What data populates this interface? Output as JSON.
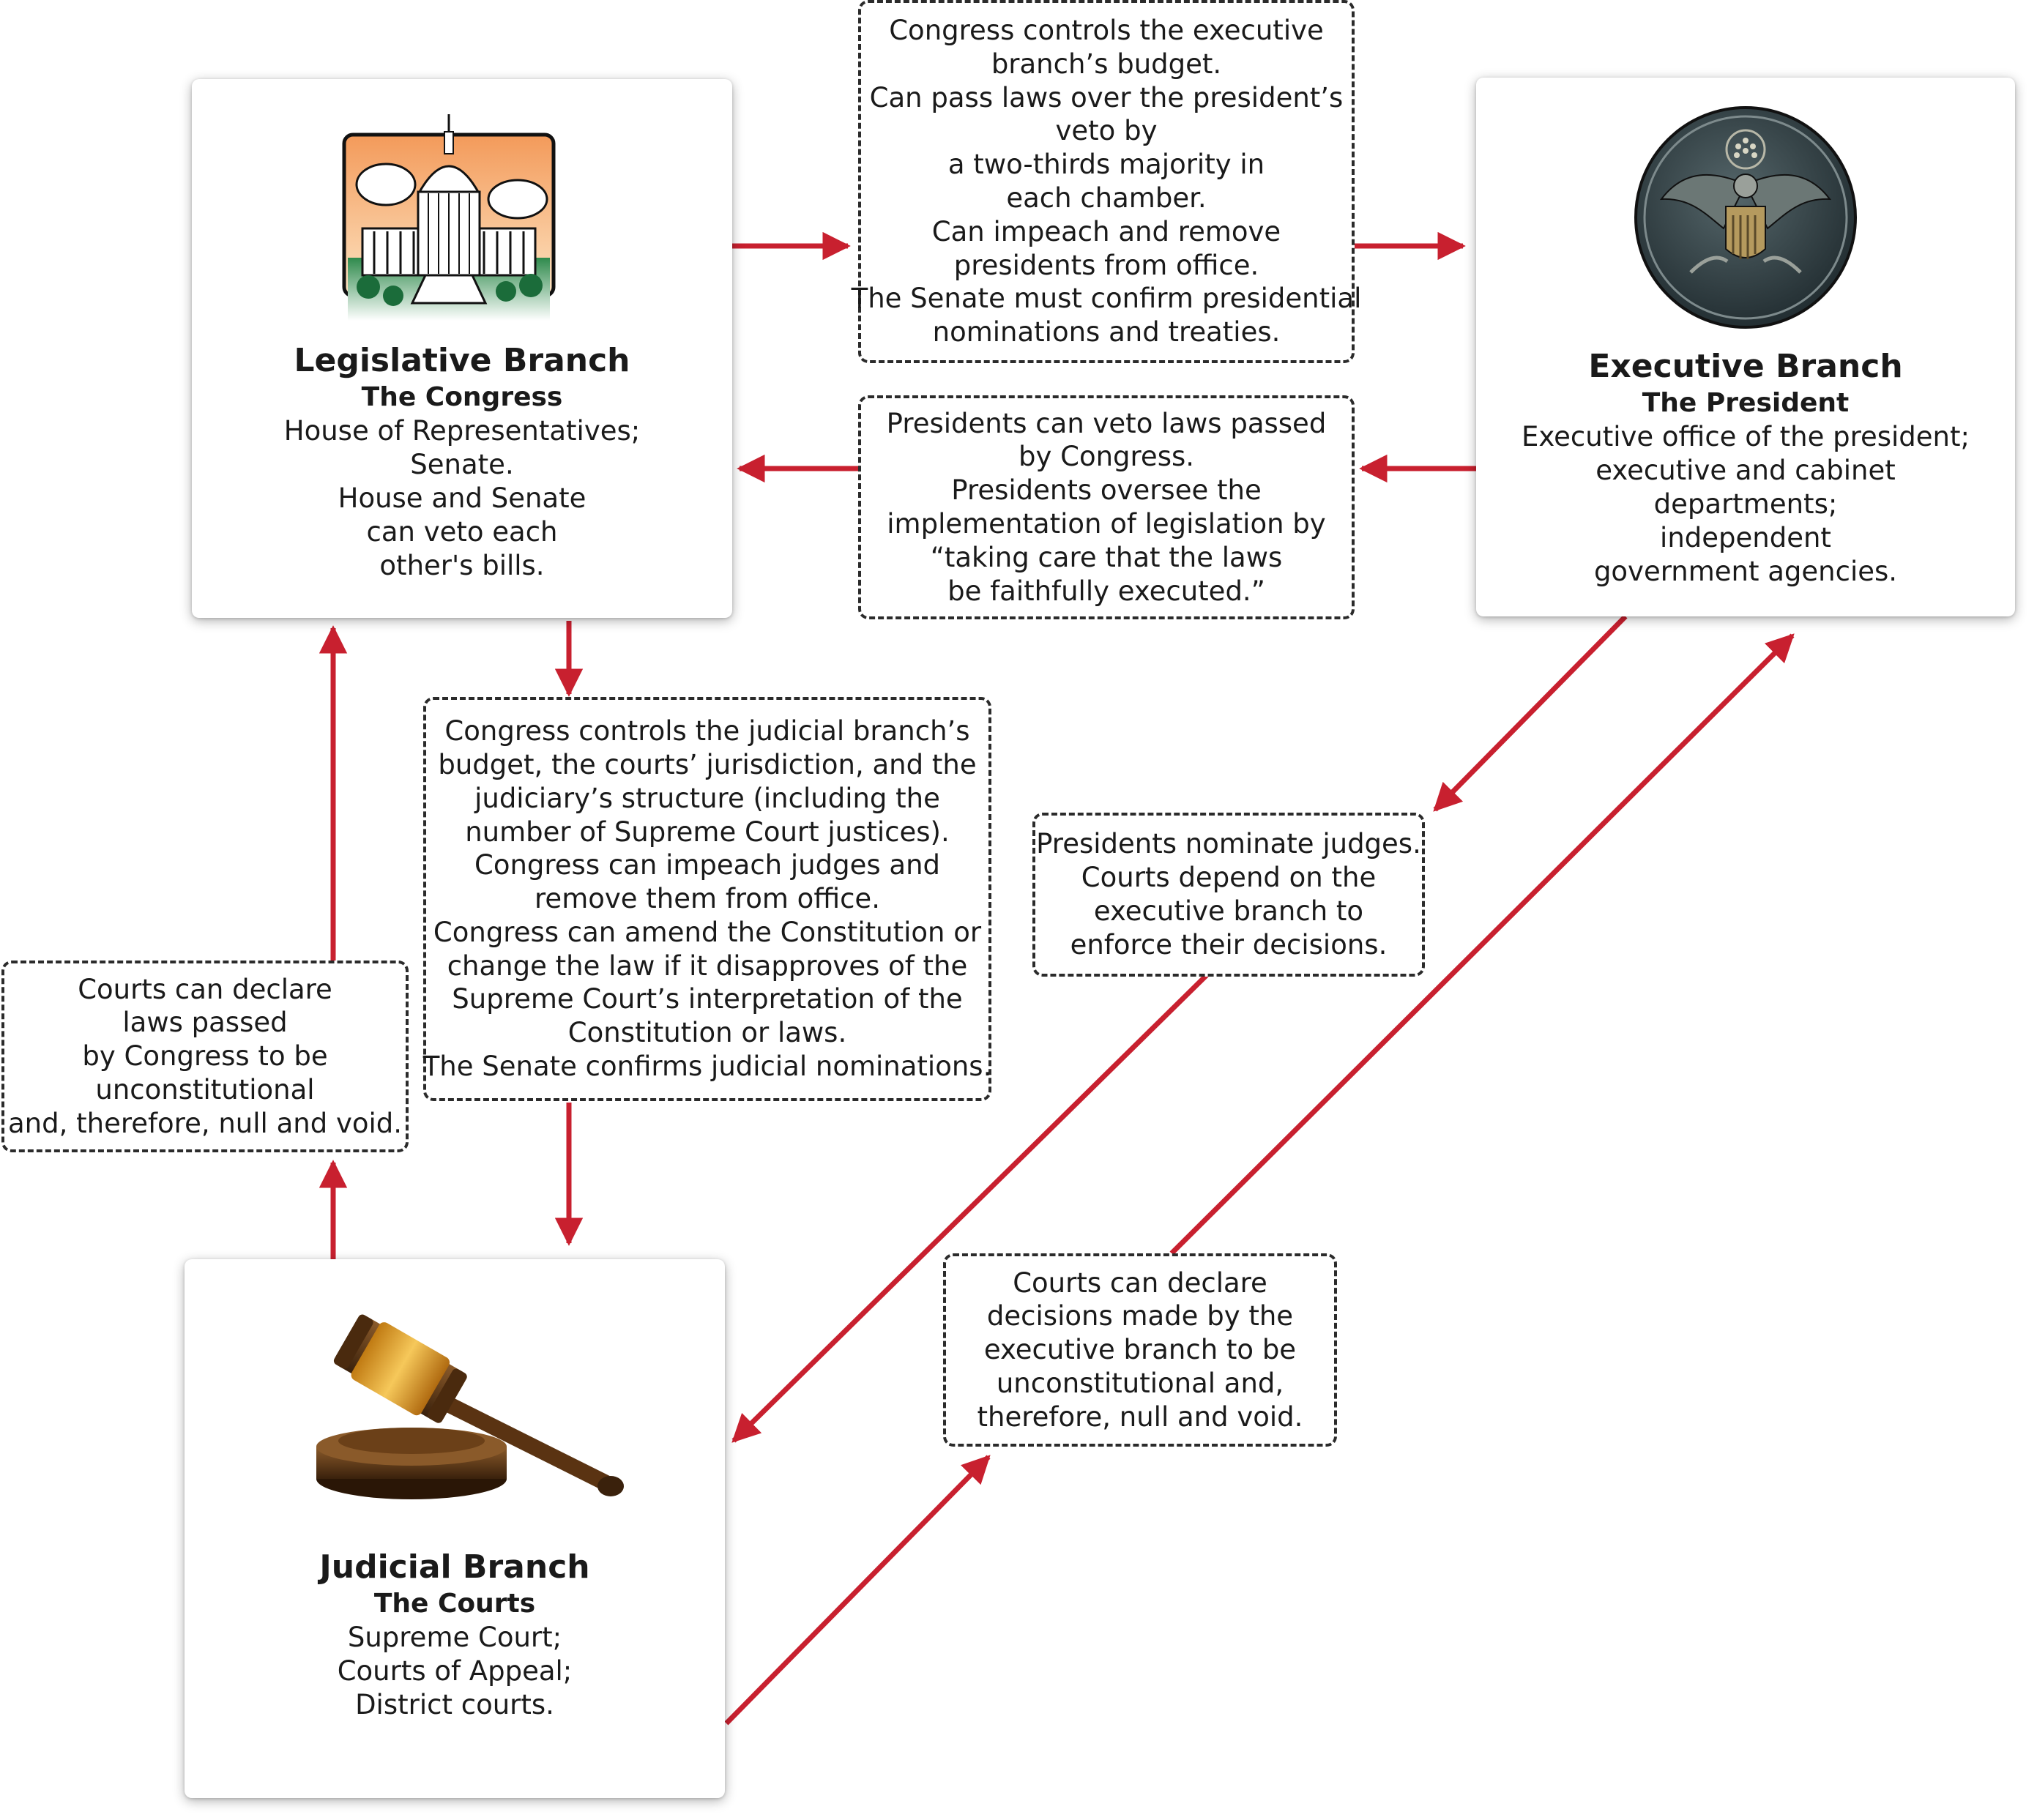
{
  "colors": {
    "arrow": "#c8202f",
    "box_border": "#2b2b2b",
    "text": "#1a1a1a"
  },
  "legislative": {
    "icon": "capitol-building-icon",
    "title": "Legislative Branch",
    "subtitle": "The Congress",
    "lines": [
      "House of Representatives;",
      "Senate.",
      "House and Senate",
      "can veto each",
      "other's bills."
    ]
  },
  "executive": {
    "icon": "presidential-seal-icon",
    "title": "Executive Branch",
    "subtitle": "The President",
    "lines": [
      "Executive office of the president;",
      "executive and cabinet",
      "departments;",
      "independent",
      "government agencies."
    ]
  },
  "judicial": {
    "icon": "gavel-icon",
    "title": "Judicial Branch",
    "subtitle": "The Courts",
    "lines": [
      "Supreme Court;",
      "Courts of Appeal;",
      "District courts."
    ]
  },
  "notes": {
    "congress_checks_president": [
      "Congress controls the executive",
      "branch’s budget.",
      "Can pass laws over the president’s",
      "veto by",
      "a two-thirds majority in",
      "each chamber.",
      "Can impeach and remove",
      "presidents from office.",
      "The Senate must confirm presidential",
      "nominations and treaties."
    ],
    "president_checks_congress": [
      "Presidents can veto laws passed",
      "by Congress.",
      "Presidents oversee the",
      "implementation of legislation by",
      "“taking care that the laws",
      "be faithfully executed.”"
    ],
    "congress_checks_courts": [
      "Congress controls the judicial branch’s",
      "budget, the courts’ jurisdiction, and the",
      "judiciary’s structure (including the",
      "number of Supreme Court justices).",
      "Congress can impeach judges and",
      "remove them from office.",
      "Congress can amend the Constitution or",
      "change the law if it disapproves of the",
      "Supreme Court’s interpretation of the",
      "Constitution or laws.",
      "The Senate confirms judicial nominations."
    ],
    "courts_check_congress": [
      "Courts can declare",
      "laws passed",
      "by Congress to be",
      "unconstitutional",
      "and, therefore, null and void."
    ],
    "president_checks_courts": [
      "Presidents nominate judges.",
      "Courts depend on the",
      "executive branch to",
      "enforce their decisions."
    ],
    "courts_check_president": [
      "Courts can declare",
      "decisions made by the",
      "executive branch to be",
      "unconstitutional and,",
      "therefore, null and void."
    ]
  }
}
